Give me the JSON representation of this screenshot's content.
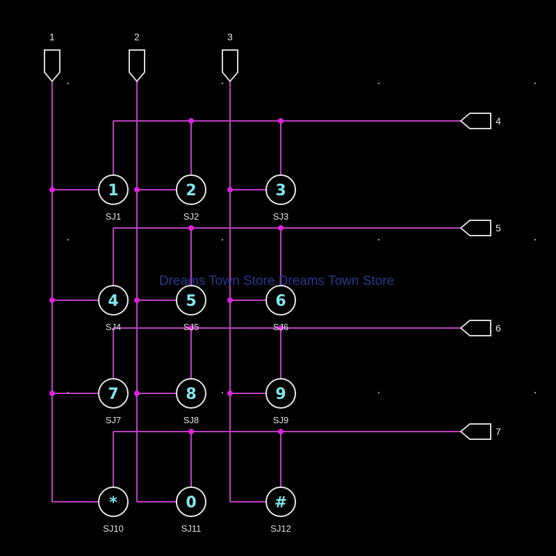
{
  "colors": {
    "background": "#000000",
    "wire": "#c040c0",
    "junction": "#e020e0",
    "component_outline": "#e8e8e8",
    "key_label": "#7fe8ee",
    "text": "#e0e0e0",
    "watermark": "#2d3f9e"
  },
  "column_ports": [
    {
      "label": "1"
    },
    {
      "label": "2"
    },
    {
      "label": "3"
    }
  ],
  "row_ports": [
    {
      "label": "4"
    },
    {
      "label": "5"
    },
    {
      "label": "6"
    },
    {
      "label": "7"
    }
  ],
  "keys": [
    {
      "label": "1",
      "ref": "SJ1"
    },
    {
      "label": "2",
      "ref": "SJ2"
    },
    {
      "label": "3",
      "ref": "SJ3"
    },
    {
      "label": "4",
      "ref": "SJ4"
    },
    {
      "label": "5",
      "ref": "SJ5"
    },
    {
      "label": "6",
      "ref": "SJ6"
    },
    {
      "label": "7",
      "ref": "SJ7"
    },
    {
      "label": "8",
      "ref": "SJ8"
    },
    {
      "label": "9",
      "ref": "SJ9"
    },
    {
      "label": "*",
      "ref": "SJ10"
    },
    {
      "label": "0",
      "ref": "SJ11"
    },
    {
      "label": "#",
      "ref": "SJ12"
    }
  ],
  "watermark": "Dreams Town Store Dreams Town Store"
}
